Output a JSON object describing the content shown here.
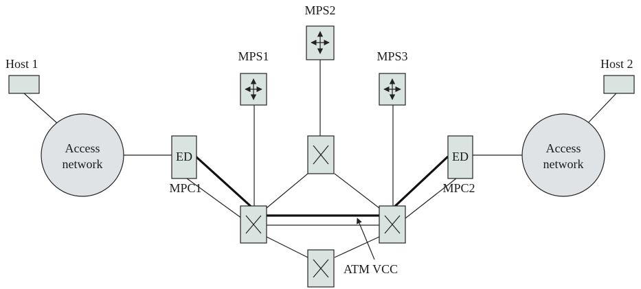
{
  "labels": {
    "host1": "Host 1",
    "host2": "Host 2",
    "mps1": "MPS1",
    "mps2": "MPS2",
    "mps3": "MPS3",
    "access_left_line1": "Access",
    "access_left_line2": "network",
    "access_right_line1": "Access",
    "access_right_line2": "network",
    "ed_left": "ED",
    "ed_right": "ED",
    "mpc1": "MPC1",
    "mpc2": "MPC2",
    "atm_vcc": "ATM VCC"
  },
  "colors": {
    "node_fill": "#d9e3df",
    "cloud_fill": "#dfe3e6",
    "stroke": "#222222"
  },
  "icons": {
    "mps": "four-way-arrow-icon",
    "switch": "x-cross-icon"
  }
}
